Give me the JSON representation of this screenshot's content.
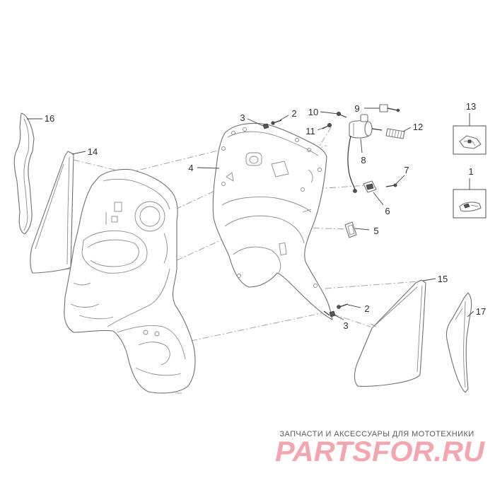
{
  "callouts": [
    "16",
    "14",
    "3",
    "2",
    "10",
    "9",
    "13",
    "11",
    "12",
    "4",
    "8",
    "7",
    "1",
    "6",
    "5",
    "15",
    "2",
    "3",
    "17"
  ],
  "watermark": {
    "tagline": "ЗАПЧАСТИ И АКСЕССУАРЫ ДЛЯ МОТОТЕХНИКИ",
    "logo": "PARTSFOR.RU",
    "logo_color": "#f4a6ae"
  }
}
